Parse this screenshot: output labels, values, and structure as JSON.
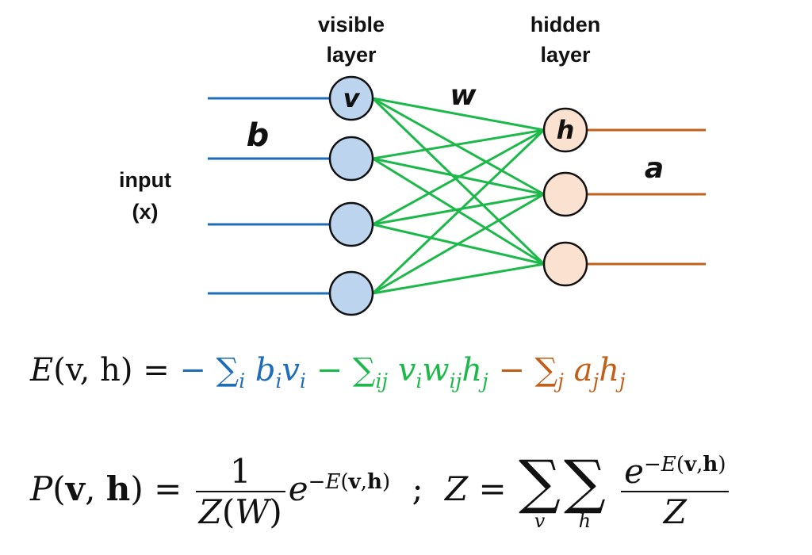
{
  "labels": {
    "visible_layer": [
      "visible",
      "layer"
    ],
    "hidden_layer": [
      "hidden",
      "layer"
    ],
    "input": [
      "input",
      "(x)"
    ],
    "weights": "w",
    "visible_bias": "b",
    "hidden_bias": "a",
    "visible_unit": "v",
    "hidden_unit": "h"
  },
  "colors": {
    "visible_bias_line": "#1f6db8",
    "weight_line": "#1db84a",
    "hidden_bias_line": "#c0601a",
    "visible_node_fill": "#bcd4ee",
    "hidden_node_fill": "#fbe1cf",
    "node_stroke": "#111111"
  },
  "network": {
    "visible_count": 4,
    "hidden_count": 3
  },
  "equations": {
    "energy": {
      "lhs_func": "E",
      "lhs_open": "(",
      "lhs_args": "v, h",
      "lhs_close": ")",
      "equals": "=",
      "visible_term_sign": "−",
      "visible_term_sum": "∑",
      "visible_term_idx": "i",
      "visible_term_b": "b",
      "visible_term_b_sub": "i",
      "visible_term_v": "v",
      "visible_term_v_sub": "i",
      "weight_term_sign": "−",
      "weight_term_sum": "∑",
      "weight_term_idx": "ij",
      "weight_term_v": "v",
      "weight_term_v_sub": "i",
      "weight_term_w": "w",
      "weight_term_w_sub": "ij",
      "weight_term_h": "h",
      "weight_term_h_sub": "j",
      "hidden_term_sign": "−",
      "hidden_term_sum": "∑",
      "hidden_term_idx": "j",
      "hidden_term_a": "a",
      "hidden_term_a_sub": "j",
      "hidden_term_h": "h",
      "hidden_term_h_sub": "j"
    },
    "probability": {
      "lhs_func": "P",
      "lhs_open": "(",
      "lhs_v": "v",
      "lhs_comma": ", ",
      "lhs_h": "h",
      "lhs_close": ")",
      "equals": "=",
      "frac_num": "1",
      "frac_den_Z": "Z",
      "frac_den_open": "(",
      "frac_den_W": "W",
      "frac_den_close": ")",
      "exp_base": "e",
      "exp_sign": "−",
      "exp_E": "E",
      "exp_open": "(",
      "exp_v": "v",
      "exp_comma": ",",
      "exp_h": "h",
      "exp_close": ")",
      "separator": ";",
      "Z_lhs": "Z",
      "Z_equals": "=",
      "sum_symbol": "∑",
      "sum1_limit": "v",
      "sum2_limit": "h",
      "z_frac_base": "e",
      "z_frac_sign": "−",
      "z_frac_E": "E",
      "z_frac_open": "(",
      "z_frac_v": "v",
      "z_frac_comma": ",",
      "z_frac_h": "h",
      "z_frac_close": ")",
      "z_frac_den": "Z"
    }
  }
}
